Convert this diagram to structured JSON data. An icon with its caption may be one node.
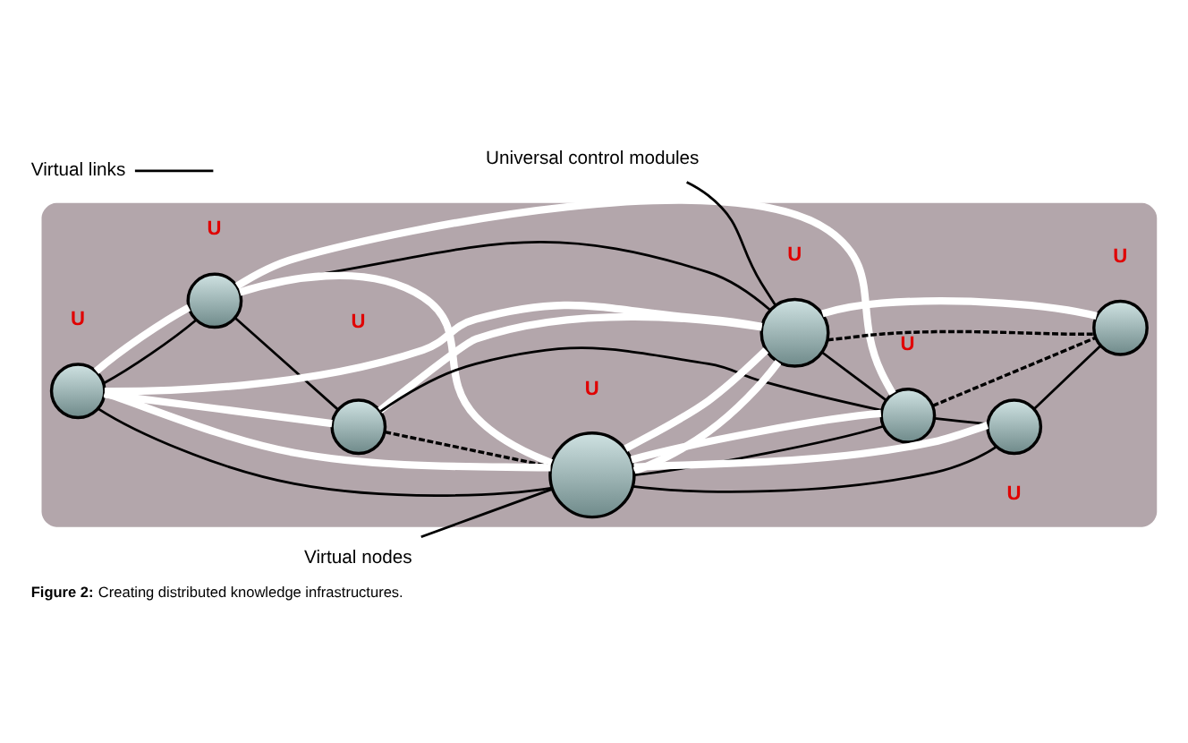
{
  "diagram": {
    "caption": "**Figure 2:** Creating distributed knowledge infrastructures.",
    "nodes": [
      {
        "text": [],
        "shape": "cloud"
      },
      {
        "text": [],
        "shape": "circle",
        "in": 0,
        "beside": [
          "U"
        ]
      },
      {
        "text": [],
        "shape": "circle",
        "in": 0,
        "beside": [
          "U"
        ]
      },
      {
        "text": [],
        "shape": "circle",
        "in": 0,
        "beside": [
          "U"
        ]
      },
      {
        "text": [],
        "shape": "circle",
        "in": 0,
        "beside": [
          "U"
        ]
      },
      {
        "text": [],
        "shape": "circle",
        "in": 0,
        "beside": [
          "U"
        ]
      },
      {
        "text": [],
        "shape": "circle",
        "in": 0,
        "beside": [
          "U"
        ]
      },
      {
        "text": [],
        "shape": "circle",
        "in": 0,
        "beside": [
          "U"
        ]
      },
      {
        "text": [],
        "shape": "circle",
        "in": 0,
        "beside": [
          "U"
        ]
      },
      {
        "text": [
          "Virtual links"
        ]
      },
      {
        "text": [
          "Universal control modules"
        ]
      },
      {
        "text": [
          "Virtual nodes"
        ]
      }
    ],
    "edges": [
      {
        "from": 4,
        "to": 8,
        "arrow": "none"
      },
      {
        "from": 4,
        "to": 1,
        "arrow": "none"
      },
      {
        "from": 1,
        "to": 3,
        "arrow": "none"
      },
      {
        "from": 3,
        "to": 8,
        "arrow": "none",
        "style": "dashed"
      },
      {
        "from": 1,
        "to": 2,
        "arrow": "none"
      },
      {
        "from": 3,
        "to": 5,
        "arrow": "none"
      },
      {
        "from": 2,
        "to": 5,
        "arrow": "none"
      },
      {
        "from": 2,
        "to": 6,
        "arrow": "none",
        "style": "dashed"
      },
      {
        "from": 5,
        "to": 6,
        "arrow": "none",
        "style": "dashed"
      },
      {
        "from": 5,
        "to": 7,
        "arrow": "none"
      },
      {
        "from": 7,
        "to": 6,
        "arrow": "none"
      },
      {
        "from": 8,
        "to": 5,
        "arrow": "none"
      },
      {
        "from": 8,
        "to": 7,
        "arrow": "none"
      },
      {
        "from": 4,
        "to": 1,
        "arrow": "none",
        "style": "thick",
        "color": "#ffffff"
      },
      {
        "from": 4,
        "to": 2,
        "arrow": "none",
        "style": "thick",
        "color": "#ffffff"
      },
      {
        "from": 4,
        "to": 3,
        "arrow": "none",
        "style": "thick",
        "color": "#ffffff"
      },
      {
        "from": 4,
        "to": 8,
        "arrow": "none",
        "style": "thick",
        "color": "#ffffff"
      },
      {
        "from": 1,
        "to": 8,
        "arrow": "none",
        "style": "thick",
        "color": "#ffffff"
      },
      {
        "from": 1,
        "to": 5,
        "arrow": "none",
        "style": "thick",
        "color": "#ffffff"
      },
      {
        "from": 3,
        "to": 2,
        "arrow": "none",
        "style": "thick",
        "color": "#ffffff"
      },
      {
        "from": 8,
        "to": 2,
        "arrow": "none",
        "style": "thick",
        "color": "#ffffff"
      },
      {
        "from": 8,
        "to": 2,
        "arrow": "none",
        "style": "thick",
        "color": "#ffffff"
      },
      {
        "from": 8,
        "to": 5,
        "arrow": "none",
        "style": "thick",
        "color": "#ffffff"
      },
      {
        "from": 8,
        "to": 7,
        "arrow": "none",
        "style": "thick",
        "color": "#ffffff"
      },
      {
        "from": 2,
        "to": 6,
        "arrow": "none",
        "style": "thick",
        "color": "#ffffff"
      },
      {
        "from": 9,
        "to": null,
        "arrow": "none"
      },
      {
        "from": 10,
        "to": 2,
        "arrow": "none"
      },
      {
        "from": 11,
        "to": 8,
        "arrow": "none"
      }
    ]
  }
}
